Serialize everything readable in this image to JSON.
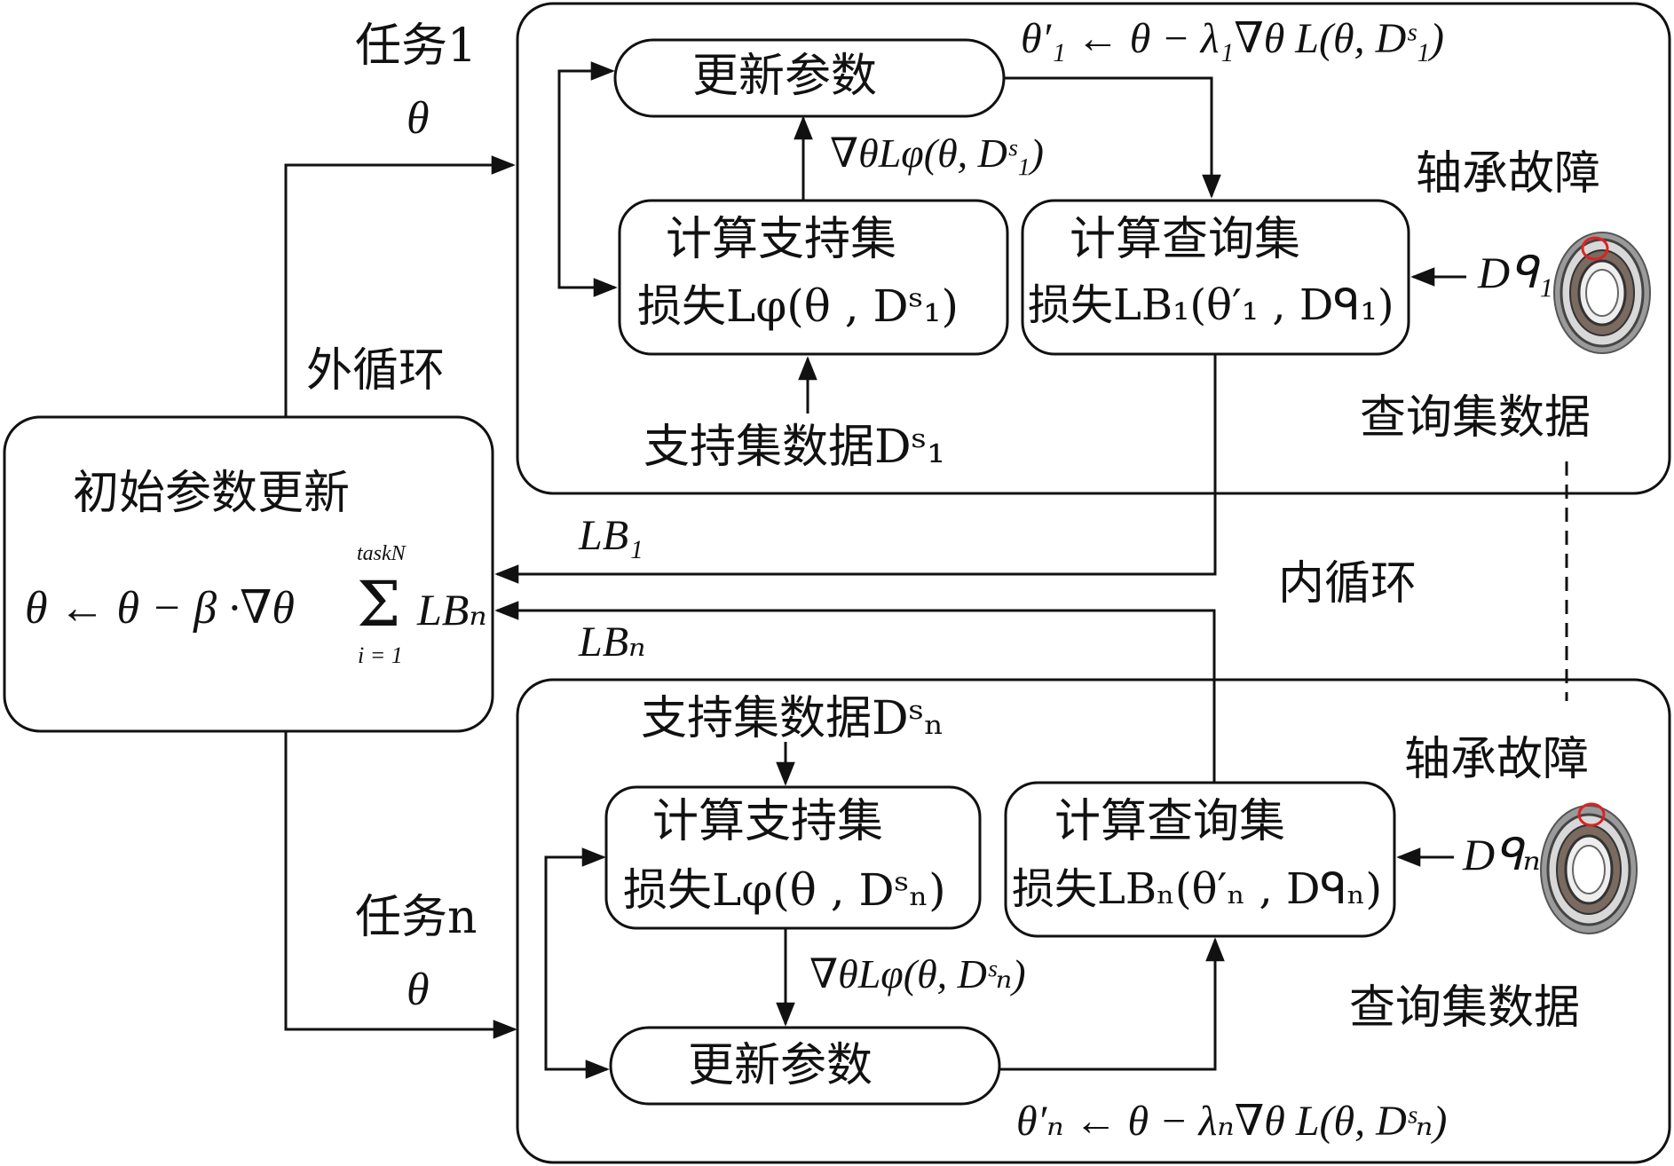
{
  "task1": {
    "name": "任务1",
    "theta": "θ",
    "update_params": "更新参数",
    "update_formula": "θ′₁ ← θ − λ₁∇θ L(θ, Dˢ₁)",
    "grad_label": "∇θLφ(θ, Dˢ₁)",
    "support_loss_line1": "计算支持集",
    "support_loss_line2": "损失Lφ(θ , Dˢ₁)",
    "query_loss_line1": "计算查询集",
    "query_loss_line2": "损失LB₁(θ′₁ , Dᑫ₁)",
    "support_data": "支持集数据Dˢ₁",
    "fault_label": "轴承故障",
    "query_data_symbol": "Dᑫ₁",
    "query_data_label": "查询集数据"
  },
  "taskn": {
    "name": "任务n",
    "theta": "θ",
    "update_params": "更新参数",
    "update_formula": "θ′ₙ ← θ − λₙ∇θ L(θ, Dˢₙ)",
    "grad_label": "∇θLφ(θ, Dˢₙ)",
    "support_loss_line1": "计算支持集",
    "support_loss_line2": "损失Lφ(θ , Dˢₙ)",
    "query_loss_line1": "计算查询集",
    "query_loss_line2": "损失LBₙ(θ′ₙ , Dᑫₙ)",
    "support_data": "支持集数据Dˢₙ",
    "fault_label": "轴承故障",
    "query_data_symbol": "Dᑫₙ",
    "query_data_label": "查询集数据"
  },
  "outer": {
    "title": "初始参数更新",
    "formula_left": "θ ← θ − β ·∇θ",
    "sum_upper": "taskN",
    "sum_lower": "i = 1",
    "sum_term": "LBₙ",
    "outer_loop": "外循环",
    "inner_loop": "内循环",
    "loss_b1": "LB₁",
    "loss_bn": "LBₙ"
  }
}
